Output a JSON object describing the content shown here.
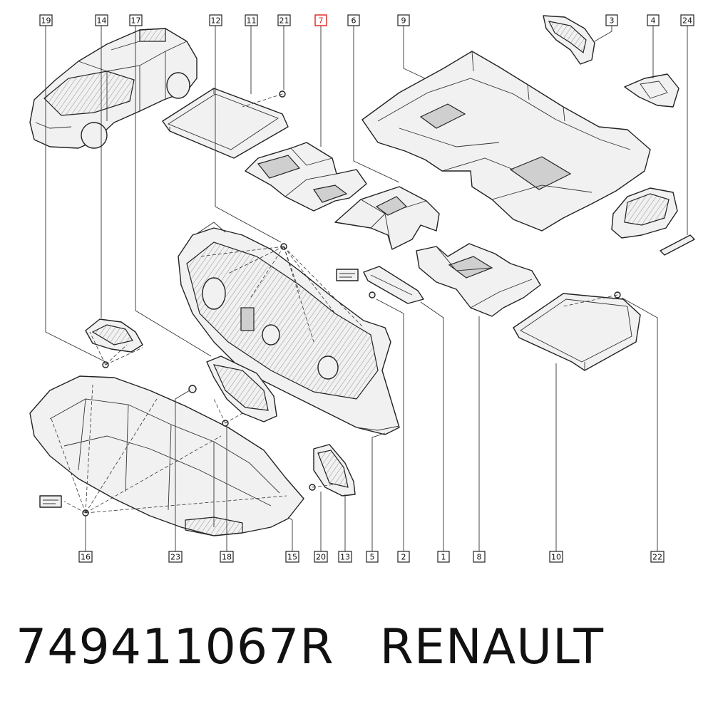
{
  "callouts": {
    "c19": "19",
    "c14": "14",
    "c17": "17",
    "c12": "12",
    "c11": "11",
    "c21": "21",
    "c7": "7",
    "c6": "6",
    "c9": "9",
    "c3": "3",
    "c4": "4",
    "c24": "24",
    "c16": "16",
    "c23": "23",
    "c18": "18",
    "c15": "15",
    "c20": "20",
    "c13": "13",
    "c5": "5",
    "c2": "2",
    "c1": "1",
    "c8": "8",
    "c10": "10",
    "c22": "22"
  },
  "highlight": {
    "part_number": "7",
    "color": "#e02020"
  },
  "caption": {
    "part_code": "749411067R",
    "brand": "RENAULT"
  }
}
